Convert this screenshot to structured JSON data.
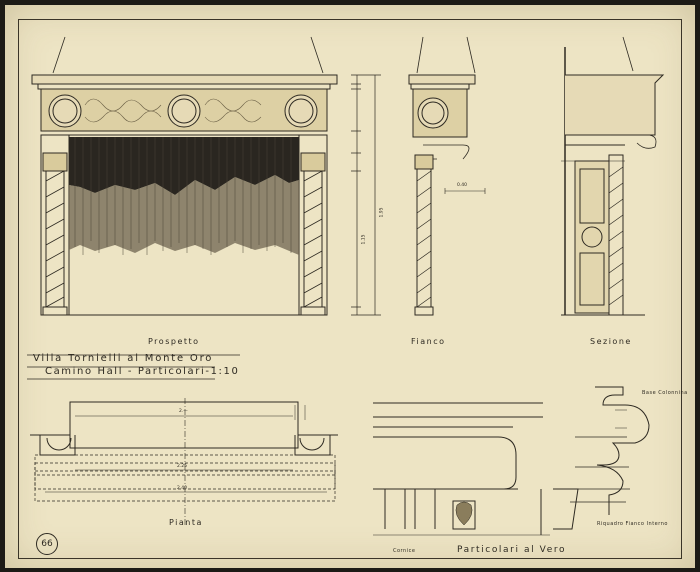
{
  "drawing": {
    "views": {
      "elevation": "Prospetto",
      "side": "Fianco",
      "section": "Sezione",
      "plan": "Pianta",
      "details": "Particolari al Vero"
    },
    "title": {
      "line1": "Villa Tornielli al Monte Oro",
      "line2": "Camino Hall - Particolari-1:10"
    },
    "detail_labels": {
      "base": "Base Colonnina",
      "plinth": "Riquadro Fianco Interno",
      "cornice": "Cornice"
    },
    "sheet_number": "66",
    "dimensions": {
      "plan_top": "2.—",
      "plan_mid": "2.25",
      "plan_bottom": "2.40",
      "side_depth": "0.40",
      "height_total": "1.95",
      "height_lower": "1.15"
    }
  }
}
